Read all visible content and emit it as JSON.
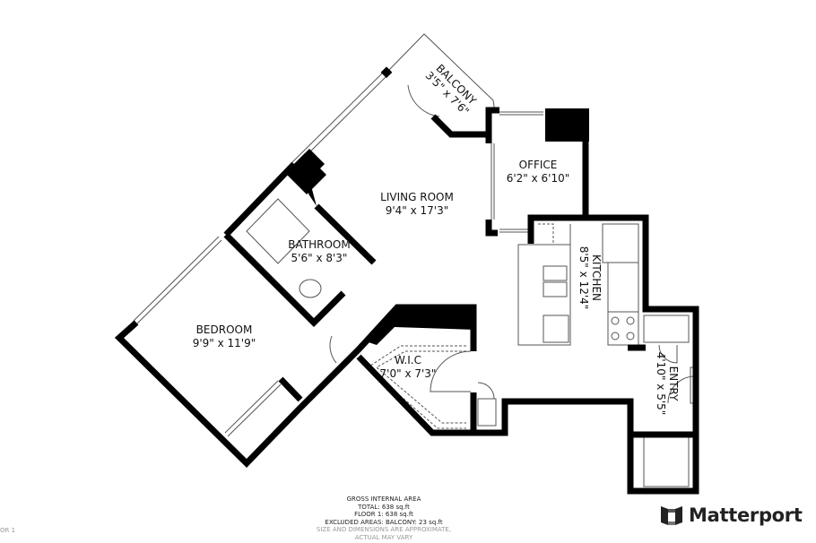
{
  "rooms": [
    {
      "name": "BALCONY",
      "dims": "3'5\" x 7'6\""
    },
    {
      "name": "OFFICE",
      "dims": "6'2\" x 6'10\""
    },
    {
      "name": "LIVING ROOM",
      "dims": "9'4\" x 17'3\""
    },
    {
      "name": "BATHROOM",
      "dims": "5'6\" x 8'3\""
    },
    {
      "name": "BEDROOM",
      "dims": "9'9\" x 11'9\""
    },
    {
      "name": "W.I.C",
      "dims": "7'0\" x 7'3\""
    },
    {
      "name": "KITCHEN",
      "dims": "8'5\" x 12'4\""
    },
    {
      "name": "ENTRY",
      "dims": "4'10\" x 5'5\""
    }
  ],
  "footer": {
    "heading": "GROSS INTERNAL AREA",
    "total": "TOTAL: 638 sq.ft",
    "floor1": "FLOOR 1: 638 sq.ft",
    "excluded": "EXCLUDED AREAS: BALCONY: 23 sq.ft",
    "disclaimer": "SIZE AND DIMENSIONS ARE APPROXIMATE, ACTUAL MAY VARY"
  },
  "floor_label": "OR 1",
  "brand": {
    "name": "Matterport",
    "icon": "matterport-logo-icon"
  },
  "colors": {
    "wall": "#000000",
    "background": "#ffffff"
  }
}
